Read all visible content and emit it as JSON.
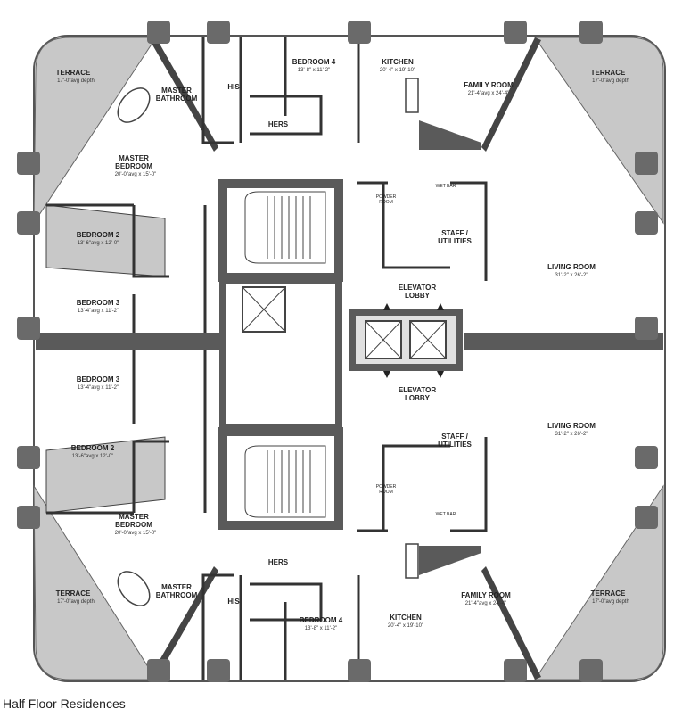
{
  "caption": "Half Floor Residences",
  "rooms": {
    "terrace_tl": {
      "name": "TERRACE",
      "dim": "17'-0\"avg depth"
    },
    "terrace_tr": {
      "name": "TERRACE",
      "dim": "17'-0\"avg depth"
    },
    "terrace_bl": {
      "name": "TERRACE",
      "dim": "17'-0\"avg depth"
    },
    "terrace_br": {
      "name": "TERRACE",
      "dim": "17'-0\"avg depth"
    },
    "master_bath_t": {
      "name1": "MASTER",
      "name2": "BATHROOM"
    },
    "master_bath_b": {
      "name1": "MASTER",
      "name2": "BATHROOM"
    },
    "his_t": {
      "name": "HIS"
    },
    "his_b": {
      "name": "HIS"
    },
    "hers_t": {
      "name": "HERS"
    },
    "hers_b": {
      "name": "HERS"
    },
    "bed4_t": {
      "name": "BEDROOM 4",
      "dim": "13'-8\" x 11'-2\""
    },
    "bed4_b": {
      "name": "BEDROOM 4",
      "dim": "13'-8\" x 11'-2\""
    },
    "kitchen_t": {
      "name": "KITCHEN",
      "dim": "20'-4\" x 19'-10\""
    },
    "kitchen_b": {
      "name": "KITCHEN",
      "dim": "20'-4\" x 19'-10\""
    },
    "family_t": {
      "name": "FAMILY ROOM",
      "dim": "21'-4\"avg x 24'-4\""
    },
    "family_b": {
      "name": "FAMILY ROOM",
      "dim": "21'-4\"avg x 24'-4\""
    },
    "master_bed_t": {
      "name1": "MASTER",
      "name2": "BEDROOM",
      "dim": "20'-0\"avg x 15'-0\""
    },
    "master_bed_b": {
      "name1": "MASTER",
      "name2": "BEDROOM",
      "dim": "20'-0\"avg x 15'-0\""
    },
    "bed2_t": {
      "name": "BEDROOM 2",
      "dim": "13'-6\"avg x 12'-0\""
    },
    "bed2_b": {
      "name": "BEDROOM 2",
      "dim": "13'-6\"avg x 12'-0\""
    },
    "bed3_t": {
      "name": "BEDROOM 3",
      "dim": "13'-4\"avg x 11'-2\""
    },
    "bed3_b": {
      "name": "BEDROOM 3",
      "dim": "13'-4\"avg x 11'-2\""
    },
    "living_t": {
      "name": "LIVING ROOM",
      "dim": "31'-2\" x 26'-2\""
    },
    "living_b": {
      "name": "LIVING ROOM",
      "dim": "31'-2\" x 26'-2\""
    },
    "elev_lobby_t": {
      "name1": "ELEVATOR",
      "name2": "LOBBY"
    },
    "elev_lobby_b": {
      "name1": "ELEVATOR",
      "name2": "LOBBY"
    },
    "staff_t": {
      "name1": "STAFF /",
      "name2": "UTILITIES"
    },
    "staff_b": {
      "name1": "STAFF /",
      "name2": "UTILITIES"
    },
    "wetbar_t": {
      "name": "WET BAR"
    },
    "wetbar_b": {
      "name": "WET BAR"
    },
    "powder_t": {
      "name1": "POWDER",
      "name2": "ROOM"
    },
    "powder_b": {
      "name1": "POWDER",
      "name2": "ROOM"
    }
  },
  "colors": {
    "wall": "#5c5c5c",
    "terrace": "#c9c9c9",
    "column": "#6a6a6a",
    "floor": "#ffffff"
  }
}
